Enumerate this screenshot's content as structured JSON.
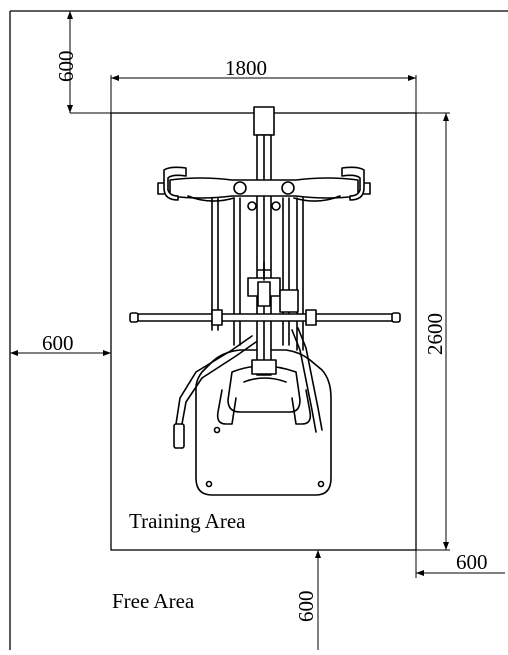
{
  "dimensions": {
    "top_clearance": "600",
    "width": "1800",
    "left_clearance": "600",
    "depth": "2600",
    "right_clearance": "600",
    "bottom_clearance": "600"
  },
  "areas": {
    "training": "Training Area",
    "free": "Free Area"
  }
}
